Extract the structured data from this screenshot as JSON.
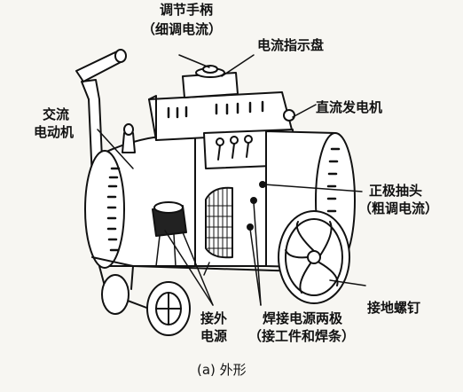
{
  "labels": {
    "adjust_handle_1": "调节手柄",
    "adjust_handle_2": "（细调电流）",
    "current_dial": "电流指示盘",
    "ac_motor_1": "交流",
    "ac_motor_2": "电动机",
    "dc_generator": "直流发电机",
    "positive_tap_1": "正极抽头",
    "positive_tap_2": "（粗调电流）",
    "ground_screw": "接地螺钉",
    "ext_power_1": "接外",
    "ext_power_2": "电源",
    "weld_terminals_1": "焊接电源两极",
    "weld_terminals_2": "（接工件和焊条）"
  },
  "caption": "(a) 外形",
  "colors": {
    "ink": "#111111",
    "paper": "#f7f6f2"
  }
}
